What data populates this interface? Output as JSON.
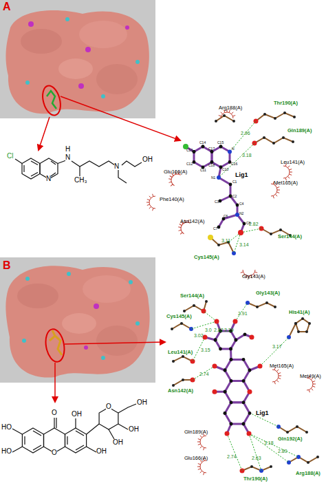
{
  "diagram": {
    "labels": [
      "A",
      "Arg188(A)",
      "Thr190(A)",
      "2.96",
      "Gln189(A)",
      "3.18",
      "Leu141(A)",
      "Glu166(A)",
      "Lig1",
      "Met165(A)",
      "Phe140(A)",
      "Asn142(A)",
      "2.82",
      "Ser144(A)",
      "3.11",
      "3.14",
      "Cys145(A)",
      "Gly143(A)",
      "C14",
      "C13",
      "C12",
      "C11",
      "C15",
      "N",
      "C16",
      "C10",
      "C17",
      "C18",
      "N1",
      "C1",
      "C2",
      "C3",
      "C4",
      "N2",
      "C6",
      "C7",
      "C8",
      "B",
      "Ser144(A)",
      "Gly143(A)",
      "His41(A)",
      "Cys145(A)",
      "2.91",
      "3.0",
      "2.82",
      "3.29",
      "3.17",
      "3.02",
      "Leu141(A)",
      "3.15",
      "Met165(A)",
      "2.74",
      "Asn142(A)",
      "Met49(A)",
      "Lig1",
      "Gln189(A)",
      "Gln192(A)",
      "Glu166(A)",
      "3.18",
      "2.80",
      "Arg188(A)",
      "2.74",
      "2.63",
      "Thr190(A)",
      "Cl",
      "N",
      "H",
      "N",
      "CH₃",
      "N",
      "OH",
      "O",
      "HO",
      "HO",
      "O",
      "OH",
      "OH",
      "O",
      "OH",
      "OH",
      "OH"
    ]
  }
}
